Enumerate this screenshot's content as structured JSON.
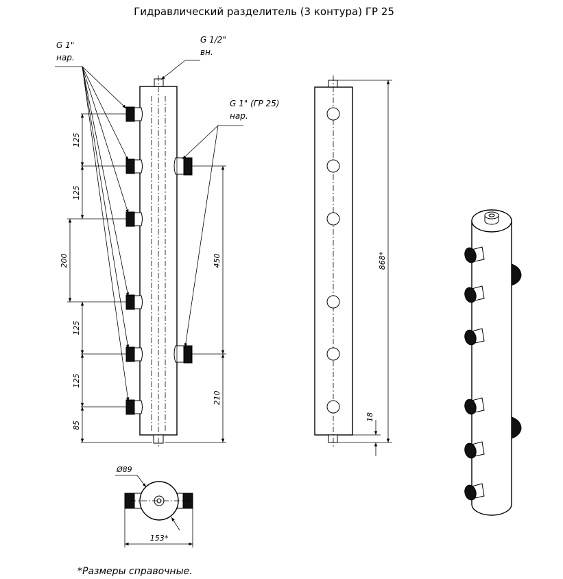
{
  "title": "Гидравлический разделитель (3 контура) ГР 25",
  "labels": {
    "g1_left": "G 1\"",
    "g1_left_sub": "нар.",
    "g12": "G 1/2\"",
    "g12_sub": "вн.",
    "g1_right": "G 1\" (ГР 25)",
    "g1_right_sub": "нар."
  },
  "dims": {
    "d125a": "125",
    "d125b": "125",
    "d200": "200",
    "d125c": "125",
    "d125d": "125",
    "d85": "85",
    "d450": "450",
    "d210": "210",
    "d868": "868*",
    "d18": "18",
    "dia89": "Ø89",
    "d153": "153*"
  },
  "note": "*Размеры справочные."
}
